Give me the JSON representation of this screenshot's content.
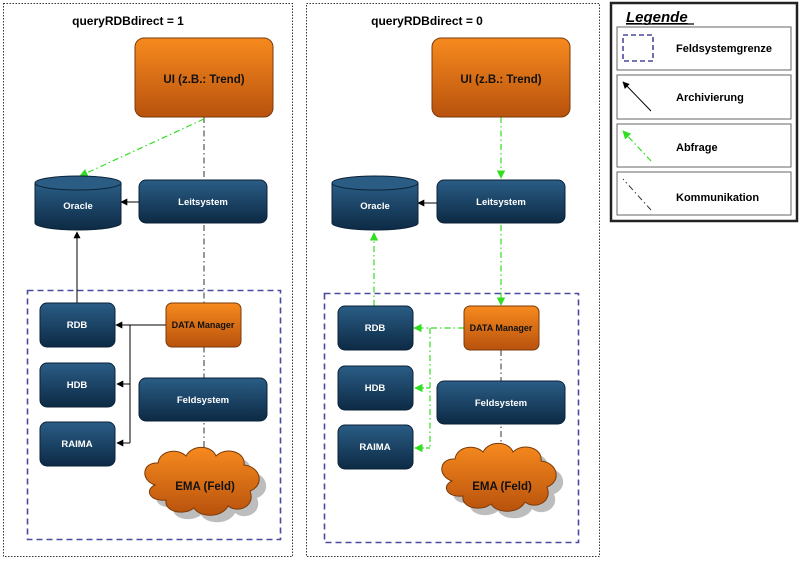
{
  "panels": [
    {
      "title": "queryRDBdirect = 1",
      "nodes": {
        "ui": "UI (z.B.: Trend)",
        "oracle": "Oracle",
        "leitsystem": "Leitsystem",
        "rdb": "RDB",
        "hdb": "HDB",
        "raima": "RAIMA",
        "data_manager": "DATA Manager",
        "feldsystem": "Feldsystem",
        "ema": "EMA (Feld)"
      }
    },
    {
      "title": "queryRDBdirect = 0",
      "nodes": {
        "ui": "UI (z.B.: Trend)",
        "oracle": "Oracle",
        "leitsystem": "Leitsystem",
        "rdb": "RDB",
        "hdb": "HDB",
        "raima": "RAIMA",
        "data_manager": "DATA Manager",
        "feldsystem": "Feldsystem",
        "ema": "EMA (Feld)"
      }
    }
  ],
  "legend": {
    "title": "Legende",
    "items": [
      {
        "icon": "dashed-box-icon",
        "label": "Feldsystemgrenze"
      },
      {
        "icon": "solid-arrow-icon",
        "label": "Archivierung"
      },
      {
        "icon": "green-dashdot-arrow-icon",
        "label": "Abfrage"
      },
      {
        "icon": "dashdot-line-icon",
        "label": "Kommunikation"
      }
    ]
  },
  "colors": {
    "orange": "#e8761a",
    "navy": "#173d5e",
    "green": "#33dd22",
    "boundary": "#4a4aa0"
  }
}
